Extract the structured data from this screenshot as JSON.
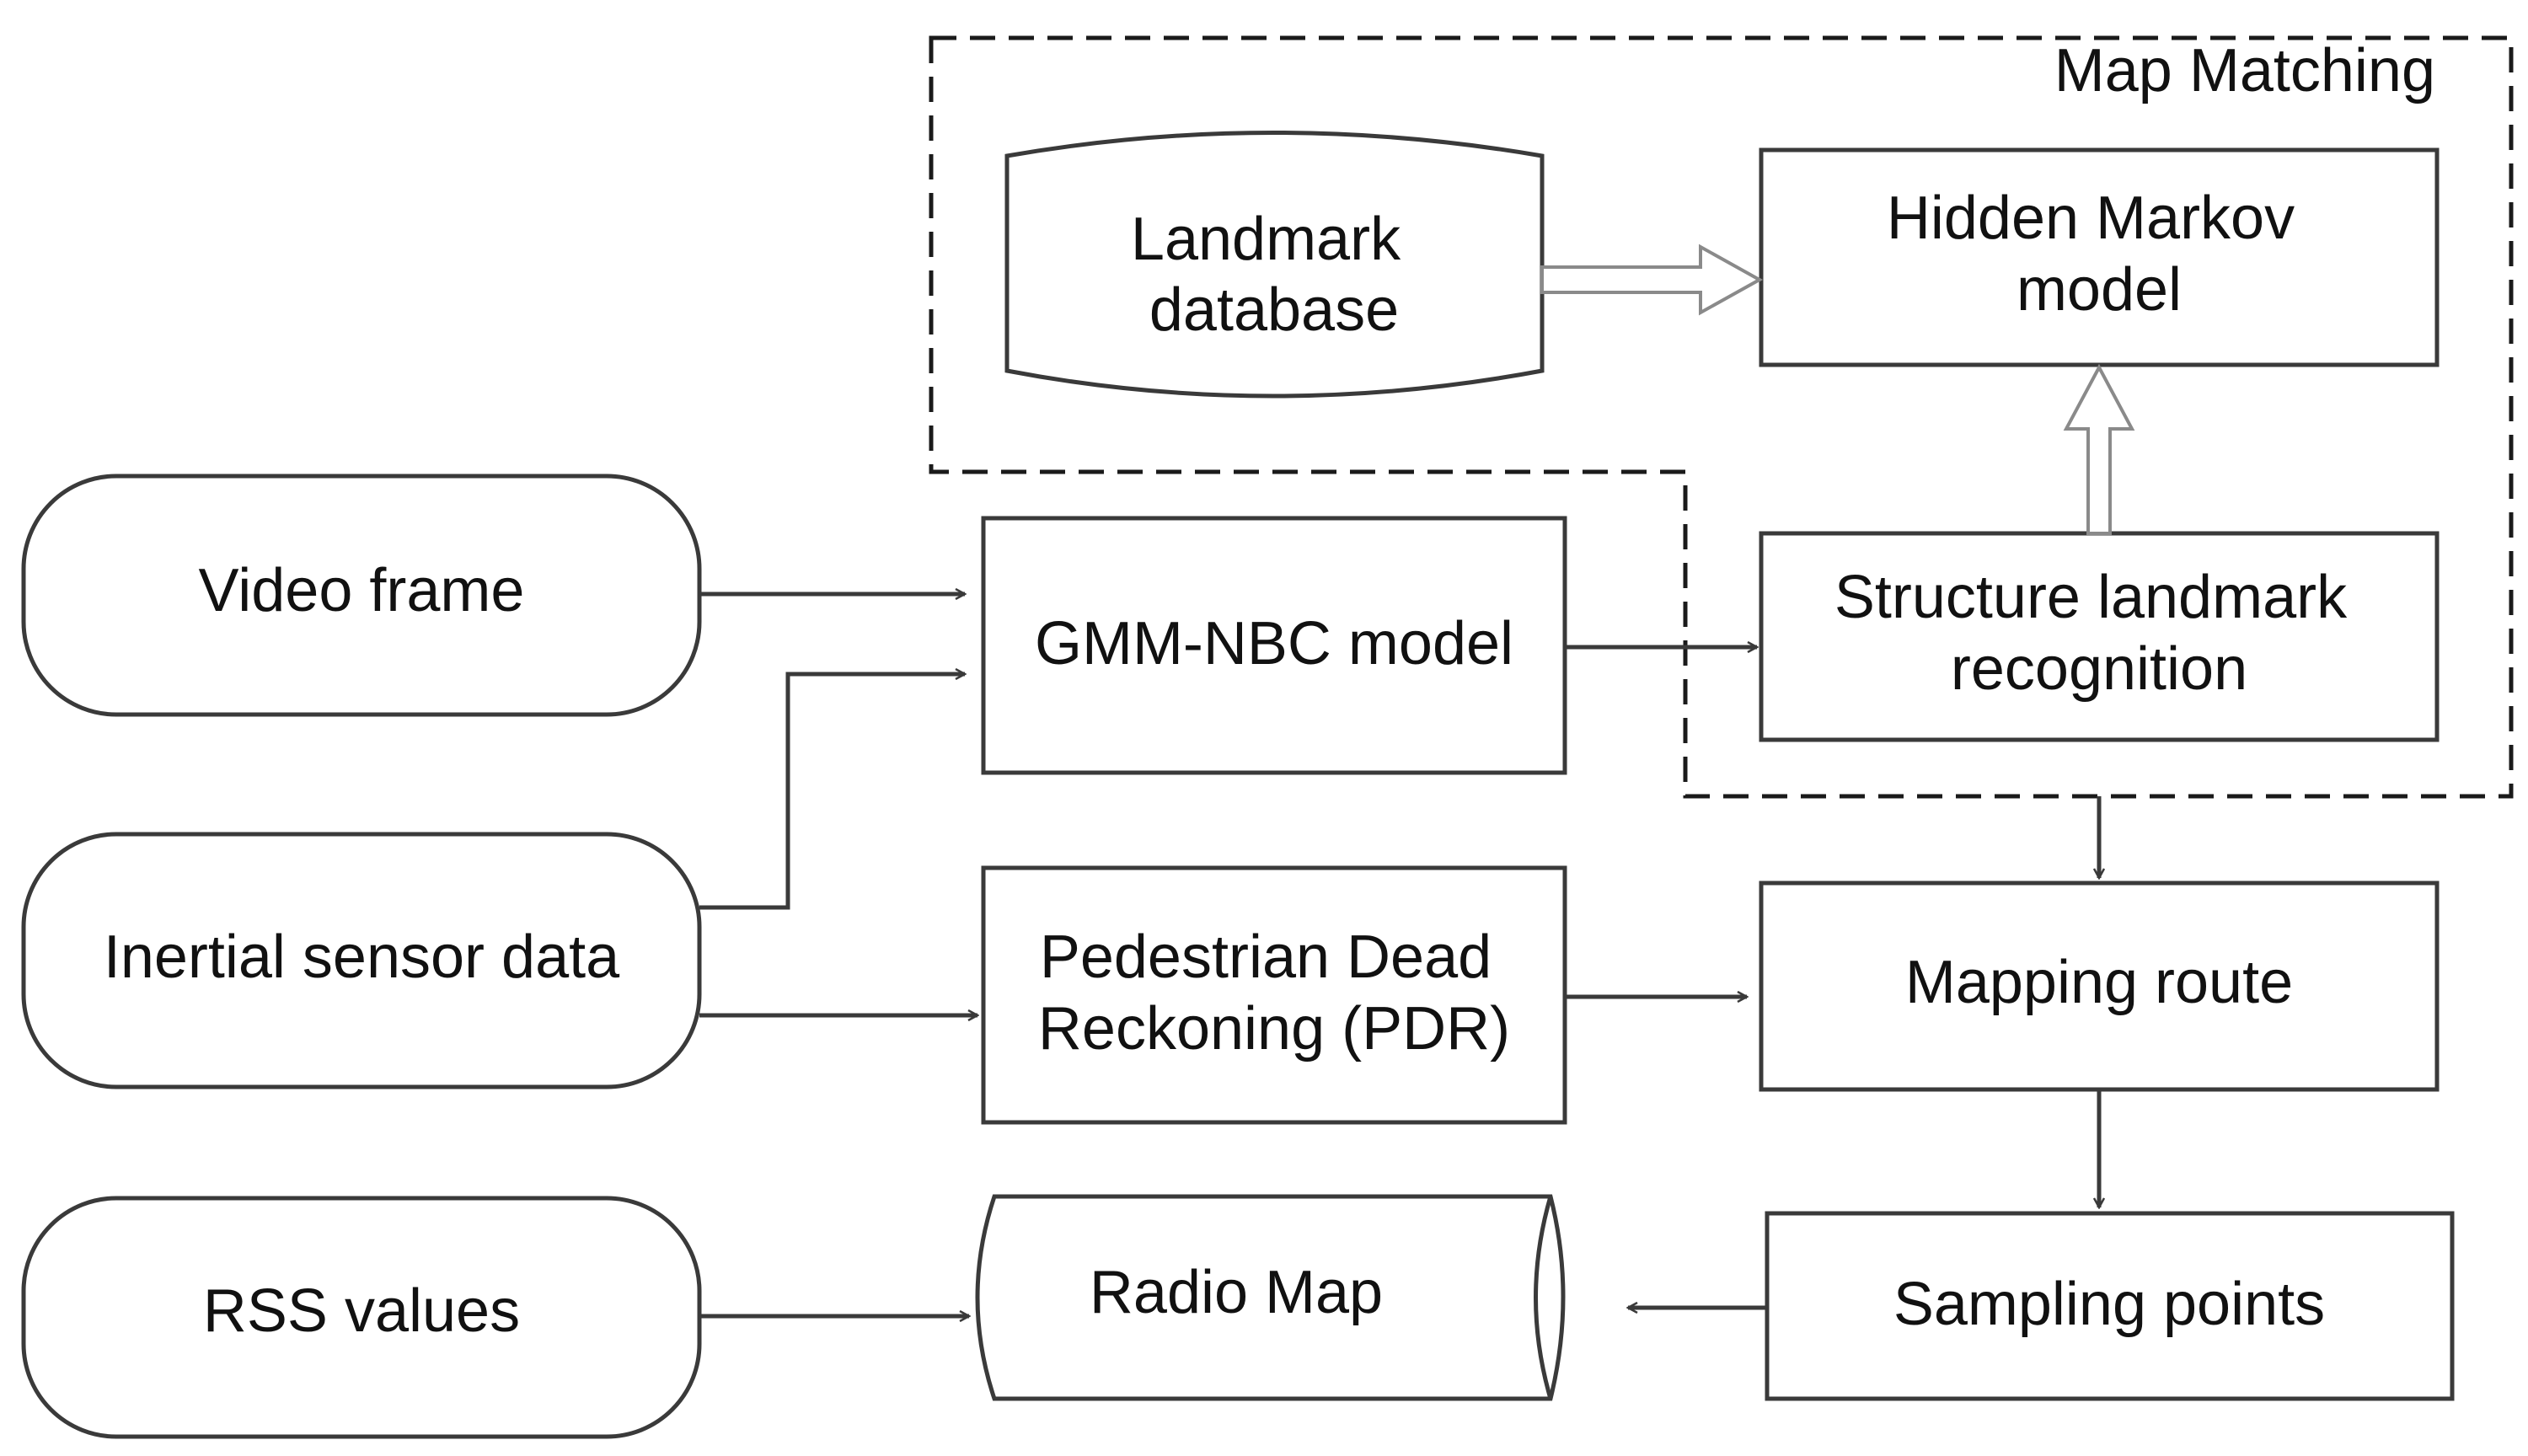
{
  "group": {
    "title": "Map  Matching"
  },
  "nodes": {
    "video_frame": "Video frame",
    "inertial_sensor_data": "Inertial sensor data",
    "rss_values": "RSS values",
    "gmm_nbc_model": "GMM-NBC model",
    "pdr": [
      "Pedestrian Dead",
      "Reckoning (PDR)"
    ],
    "radio_map": "Radio Map",
    "landmark_database": [
      "Landmark",
      "database"
    ],
    "hidden_markov_model": [
      "Hidden Markov",
      "model"
    ],
    "structure_landmark_recognition": [
      "Structure landmark",
      "recognition"
    ],
    "mapping_route": "Mapping route",
    "sampling_points": "Sampling points"
  },
  "colors": {
    "stroke": "#3a3a3a",
    "hollow_arrow": "#8a8a8a",
    "background": "#ffffff"
  }
}
